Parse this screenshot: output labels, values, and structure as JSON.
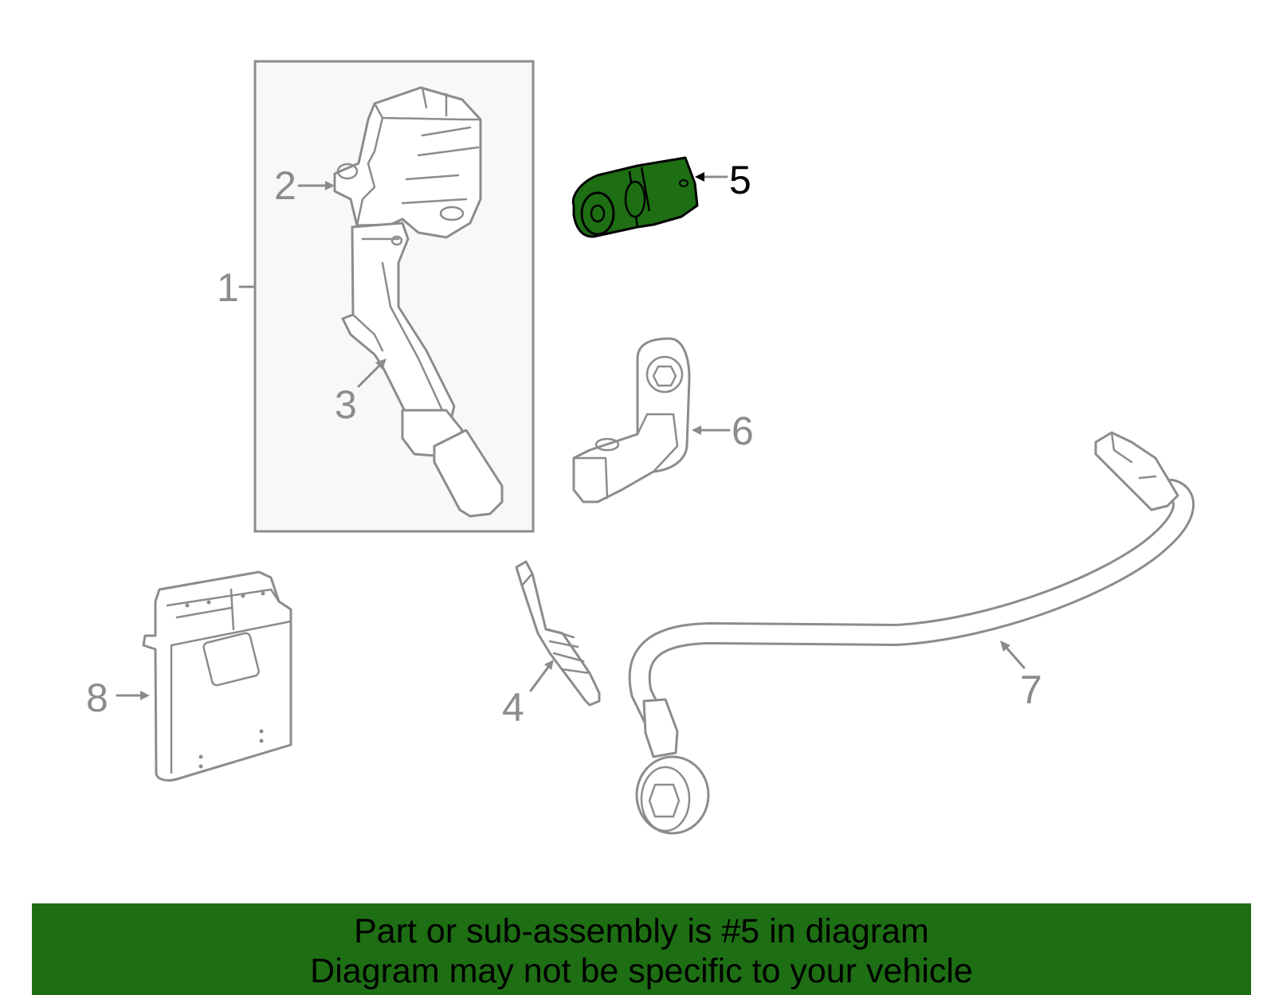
{
  "colors": {
    "highlight_fill": "#1e6e14",
    "highlight_stroke": "#000000",
    "line": "#8c8c8c",
    "box_fill": "#f8f8f8",
    "banner_bg": "#1e6e14",
    "banner_text": "#000000",
    "highlight_label": "#000000"
  },
  "callouts": [
    {
      "id": "1",
      "label": "1"
    },
    {
      "id": "2",
      "label": "2"
    },
    {
      "id": "3",
      "label": "3"
    },
    {
      "id": "4",
      "label": "4"
    },
    {
      "id": "5",
      "label": "5",
      "highlighted": true
    },
    {
      "id": "6",
      "label": "6"
    },
    {
      "id": "7",
      "label": "7"
    },
    {
      "id": "8",
      "label": "8"
    }
  ],
  "banner": {
    "line1": "Part or sub-assembly is #5 in diagram",
    "line2": "Diagram may not be specific to your vehicle"
  }
}
